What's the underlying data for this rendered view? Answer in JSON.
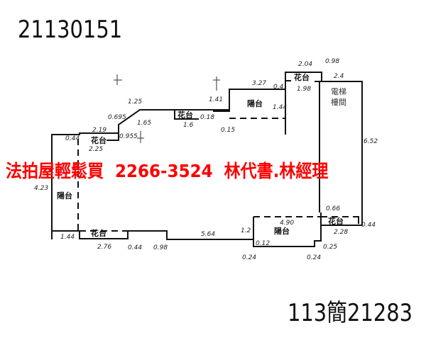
{
  "case_number_top": "21130151",
  "case_number_bottom": "113簡21283",
  "ad_text": "法拍屋輕鬆買  2266-3524  林代書.林經理",
  "ad_color": "#ff0000",
  "floor_plan": {
    "rooms": {
      "balcony_left": "陽台",
      "balcony_top": "陽台",
      "balcony_bottom": "陽台",
      "flower_bed_1": "花台",
      "flower_bed_2": "花台",
      "flower_bed_3": "花台",
      "flower_bed_4": "花台",
      "flower_bed_5": "花台",
      "elevator_line1": "電梯",
      "elevator_line2": "樓間"
    },
    "dimensions": {
      "d_0_44_top": "0.44",
      "d_2_19": "2.19",
      "d_2_25": "2.25",
      "d_0_955": "0.955",
      "d_0_695": "0.695",
      "d_1_25": "1.25",
      "d_1_65": "1.65",
      "d_1_6": "1.6",
      "d_0_18": "0.18",
      "d_1_41": "1.41",
      "d_0_15": "0.15",
      "d_3_27": "3.27",
      "d_0_4": "0.4",
      "d_1_44_mid": "1.44",
      "d_2_04": "2.04",
      "d_0_98_top": "0.98",
      "d_1_98": "1.98",
      "d_2_4": "2.4",
      "d_6_52": "6.52",
      "d_4_23": "4.23",
      "d_1_44_bottom": "1.44",
      "d_2_76": "2.76",
      "d_0_44_bottom": "0.44",
      "d_0_98_bottom": "0.98",
      "d_5_64": "5.64",
      "d_1_2": "1.2",
      "d_0_12": "0.12",
      "d_4_90": "4.90",
      "d_0_24_a": "0.24",
      "d_0_24_b": "0.24",
      "d_0_25": "0.25",
      "d_0_66": "0.66",
      "d_2_28": "2.28",
      "d_0_44_right": "0.44"
    }
  }
}
